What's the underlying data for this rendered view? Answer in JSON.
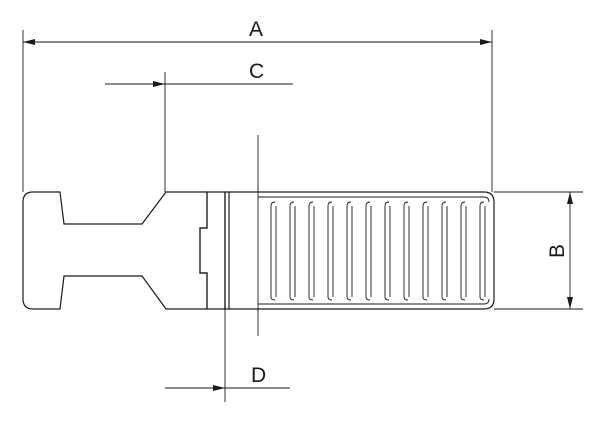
{
  "drawing": {
    "dimensions": {
      "a": "A",
      "b": "B",
      "c": "C",
      "d": "D"
    },
    "knurl_slot_count": 12,
    "line_color": "#1a1a1a"
  }
}
